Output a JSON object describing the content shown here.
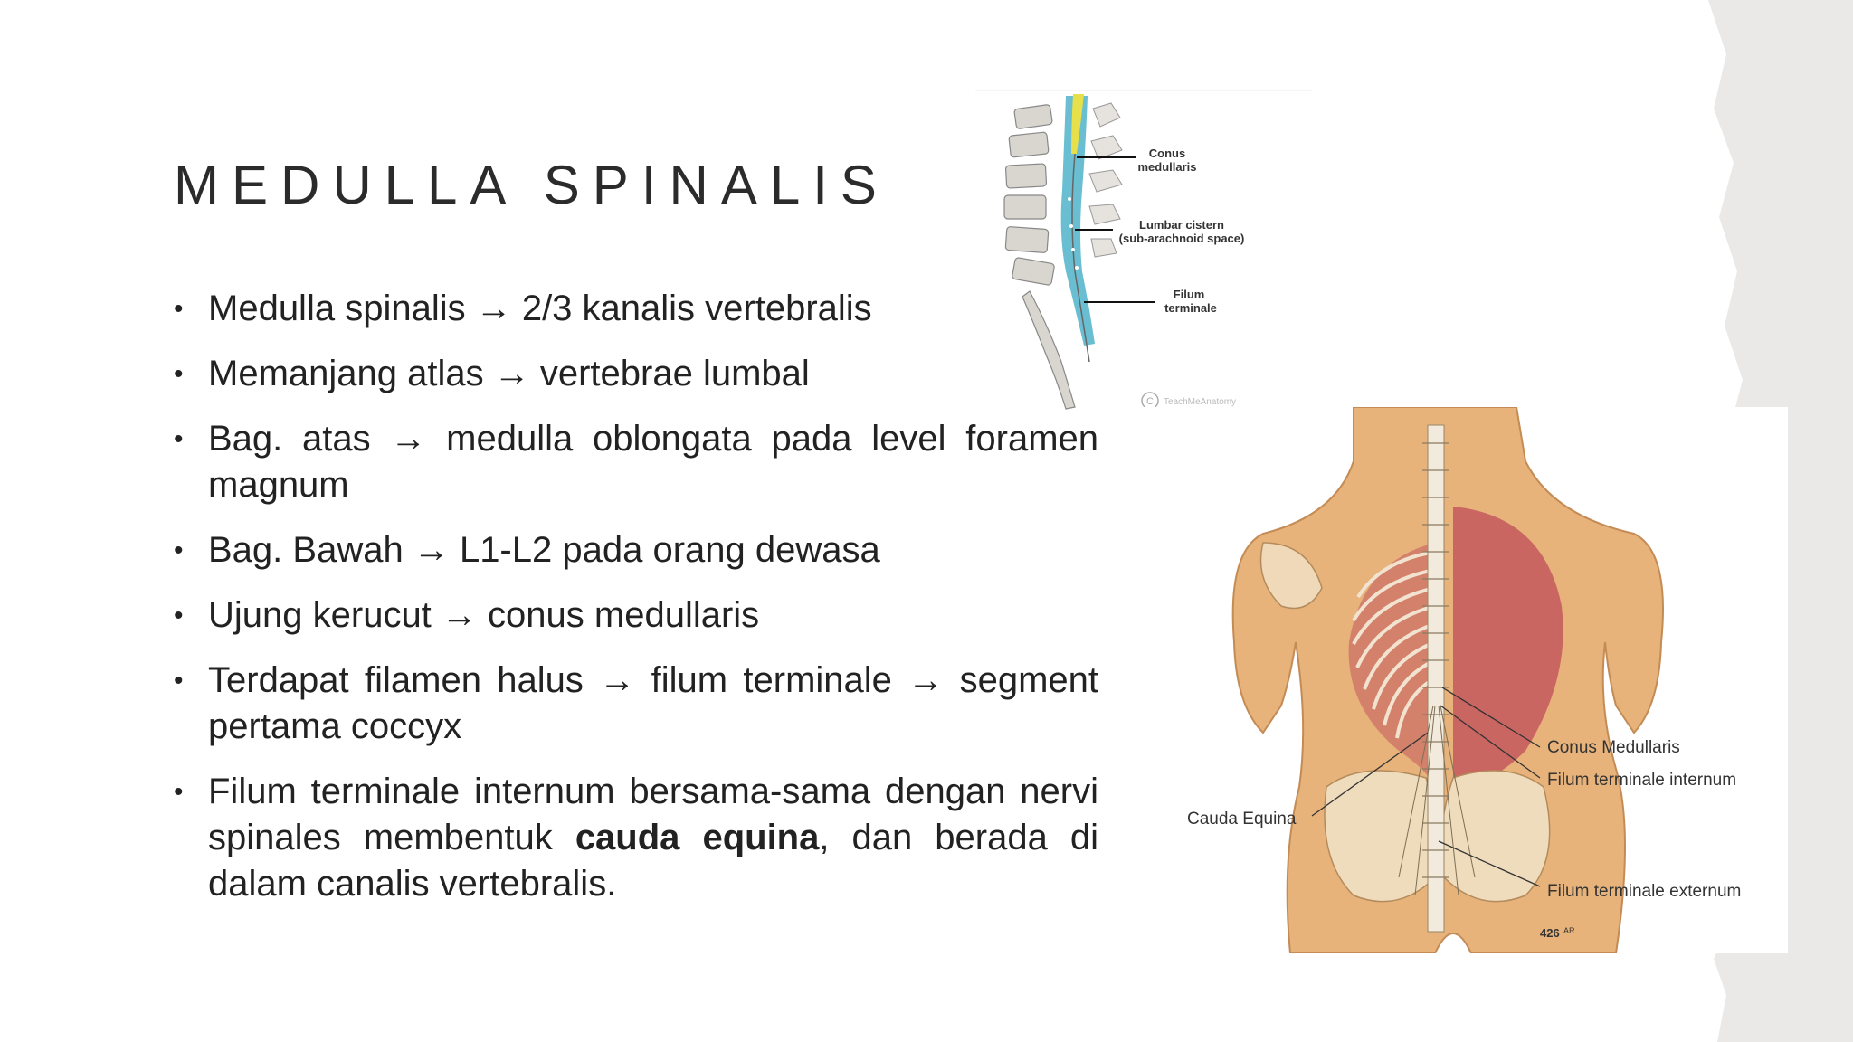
{
  "slide": {
    "title": "MEDULLA SPINALIS",
    "bullets": [
      {
        "before": "Medulla spinalis ",
        "arrow": "→",
        "after": " 2/3 kanalis vertebralis"
      },
      {
        "before": "Memanjang atlas ",
        "arrow": "→",
        "after": " vertebrae lumbal"
      },
      {
        "before": "Bag. atas ",
        "arrow": "→",
        "after": " medulla oblongata pada level foramen magnum"
      },
      {
        "before": "Bag. Bawah ",
        "arrow": "→",
        "after": " L1-L2 pada orang dewasa"
      },
      {
        "before": "Ujung kerucut ",
        "arrow": "→",
        "after": " conus medullaris"
      },
      {
        "before": "Terdapat filamen halus ",
        "arrow": "→",
        "middle": " filum terminale ",
        "arrow2": "→",
        "after": " segment pertama coccyx"
      },
      {
        "before": "Filum terminale internum bersama-sama dengan nervi spinales membentuk ",
        "bold": "cauda equina",
        "after": ", dan berada di dalam canalis vertebralis."
      }
    ]
  },
  "figure_sagittal": {
    "labels": {
      "conus_1": "Conus",
      "conus_2": "medullaris",
      "cistern_1": "Lumbar cistern",
      "cistern_2": "(sub-arachnoid space)",
      "filum_1": "Filum",
      "filum_2": "terminale",
      "watermark": "TeachMeAnatomy"
    }
  },
  "figure_posterior": {
    "labels": {
      "conus": "Conus Medullaris",
      "filum_internum": "Filum terminale internum",
      "cauda": "Cauda Equina",
      "filum_externum": "Filum terminale externum",
      "plate": "426",
      "plate_sup": "AR"
    }
  },
  "colors": {
    "background": "#ffffff",
    "torn_edge": "#ebe9e7",
    "text": "#222222",
    "csf_blue": "#4fb3c9",
    "cord_yellow": "#e8e04a",
    "skin": "#e7b37a",
    "muscle": "#c4585e"
  }
}
